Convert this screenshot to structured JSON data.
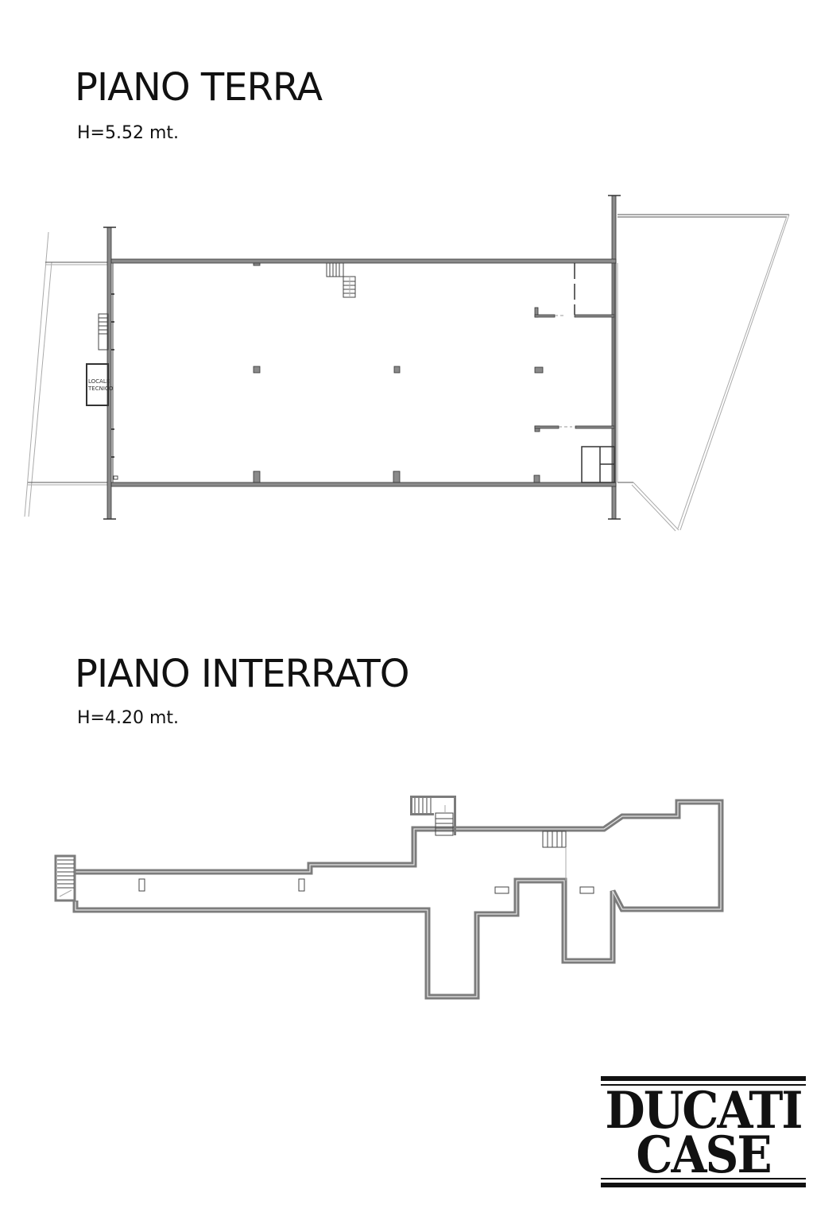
{
  "ground_floor": {
    "title": "PIANO TERRA",
    "height_label": "H=5.52 mt.",
    "room_labels": [
      "LOCALE",
      "TECNICO"
    ]
  },
  "basement": {
    "title": "PIANO INTERRATO",
    "height_label": "H=4.20 mt."
  },
  "logo": {
    "line1": "DUCATI",
    "line2": "CASE"
  },
  "colors": {
    "wall": "#8a8a8a",
    "text": "#111111",
    "background": "#ffffff"
  }
}
